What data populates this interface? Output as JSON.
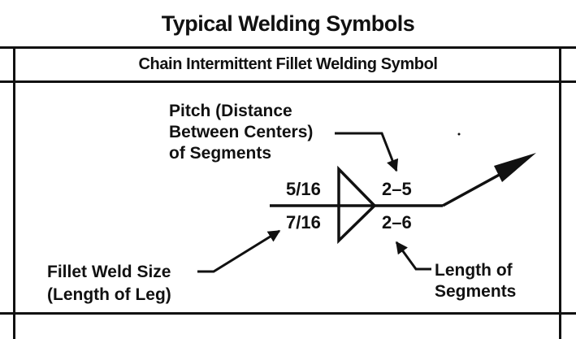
{
  "page": {
    "title": "Typical Welding Symbols",
    "section_header": "Chain Intermittent Fillet Welding Symbol"
  },
  "diagram": {
    "pitch_label": {
      "line1": "Pitch (Distance",
      "line2": "Between Centers)",
      "line3": "of Segments"
    },
    "fillet_label": {
      "line1": "Fillet Weld Size",
      "line2": "(Length of Leg)"
    },
    "length_label": {
      "line1": "Length of",
      "line2": "Segments"
    },
    "arrow_side_size": "5/16",
    "other_side_size": "7/16",
    "arrow_side_spec": "2–5",
    "other_side_spec": "2–6"
  }
}
